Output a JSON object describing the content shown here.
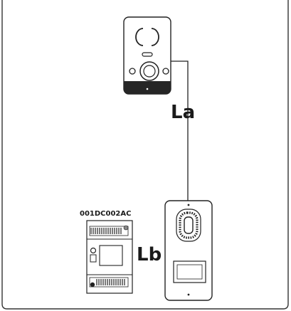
{
  "diagram": {
    "module_code": "001DC002AC",
    "cable_la": "La",
    "cable_lb": "Lb"
  }
}
